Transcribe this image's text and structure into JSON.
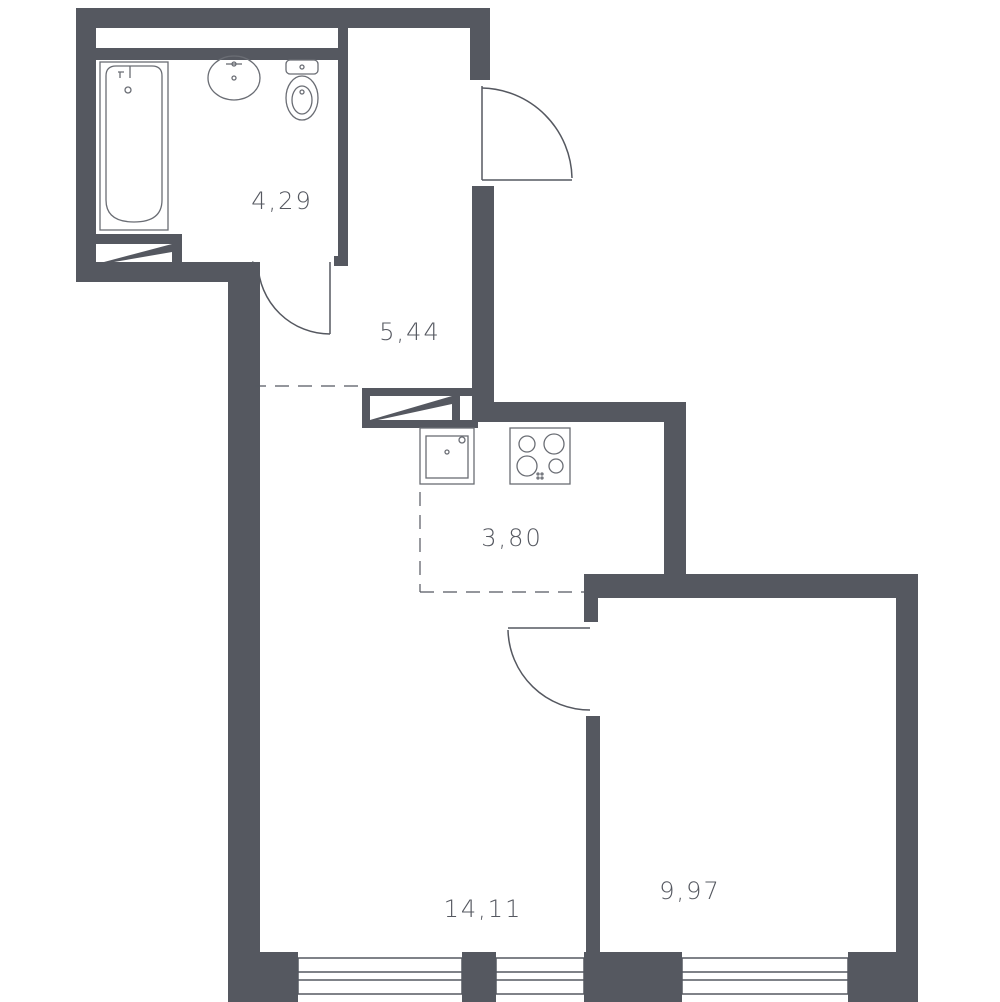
{
  "colors": {
    "wall": "#555860",
    "line": "#555860",
    "fixture": "#6a6d74",
    "background": "#ffffff"
  },
  "rooms": [
    {
      "id": "bathroom",
      "area": "4,29"
    },
    {
      "id": "hallway",
      "area": "5,44"
    },
    {
      "id": "kitchen",
      "area": "3,80"
    },
    {
      "id": "living-room",
      "area": "14,11"
    },
    {
      "id": "bedroom",
      "area": "9,97"
    }
  ],
  "fixtures": [
    "bathtub-icon",
    "washbasin-icon",
    "toilet-icon",
    "kitchen-sink-icon",
    "stove-icon"
  ]
}
